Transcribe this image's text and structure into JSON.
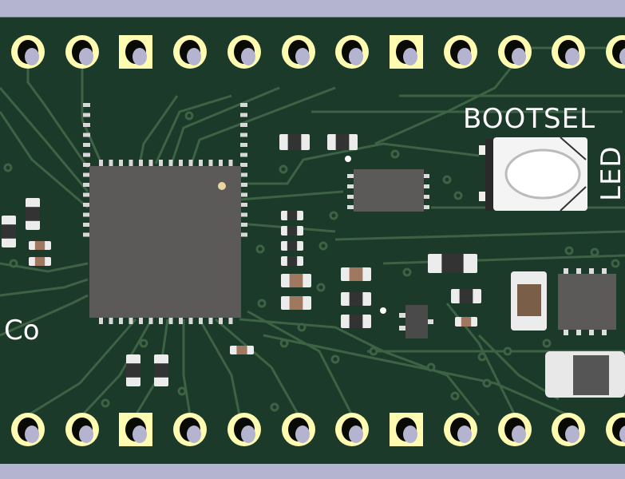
{
  "viewer": {
    "background_color": "#b4b4d0",
    "board_color": "#1b3a2a",
    "trace_color": "#3d6244",
    "pad_color": "#fffbb0",
    "chip_color": "#5c5a58"
  },
  "silkscreen": {
    "bootsel_label": "BOOTSEL",
    "led_label": "LED",
    "partial_label": "Co"
  },
  "header_pins": {
    "top_row_square_indices": [
      2,
      7
    ],
    "bottom_row_square_indices": [
      2,
      7
    ],
    "count_per_row": 12
  }
}
